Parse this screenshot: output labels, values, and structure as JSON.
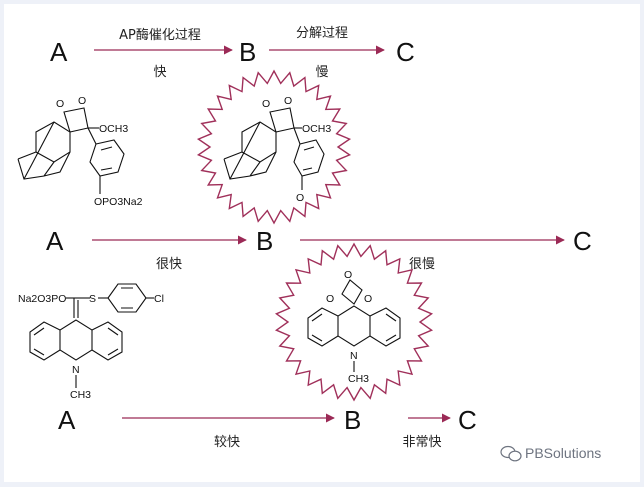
{
  "row1": {
    "a": "A",
    "b": "B",
    "c": "C",
    "label_ab_top": "AP酶催化过程",
    "label_ab_bottom": "快",
    "label_bc_top": "分解过程",
    "label_bc_bottom": "慢"
  },
  "row2": {
    "a": "A",
    "b": "B",
    "c": "C",
    "label_ab": "很快",
    "label_bc": "很慢"
  },
  "row3": {
    "a": "A",
    "b": "B",
    "c": "C",
    "label_ab": "较快",
    "label_bc": "非常快"
  },
  "chem": {
    "o": "O",
    "och3": "OCH3",
    "opo3na2": "OPO3Na2",
    "na2o3po": "Na2O3PO",
    "s": "S",
    "cl": "Cl",
    "n": "N",
    "ch3": "CH3"
  },
  "colors": {
    "arrow": "#9b2a56",
    "burst": "#a0305a"
  },
  "watermark": "PBSolutions",
  "watermark_icon": "wechat-icon"
}
